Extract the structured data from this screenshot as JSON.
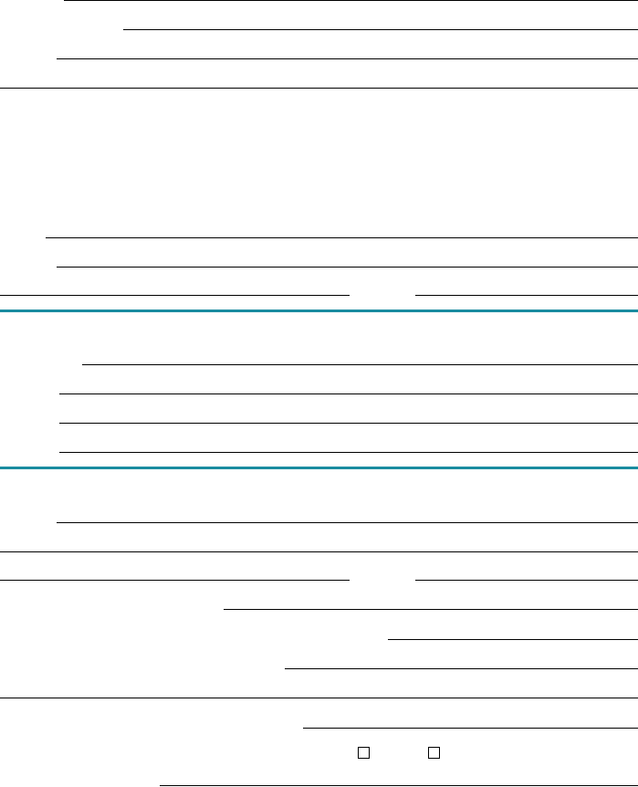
{
  "colors": {
    "section_rule": "#1a8ca0",
    "field_line": "#000000",
    "background": "#ffffff"
  },
  "form": {
    "sections": [
      {
        "name": "top-section",
        "blank_fields": 8
      },
      {
        "name": "middle-section",
        "blank_fields": 4
      },
      {
        "name": "bottom-section",
        "blank_fields": 9,
        "checkboxes": 2
      }
    ]
  }
}
